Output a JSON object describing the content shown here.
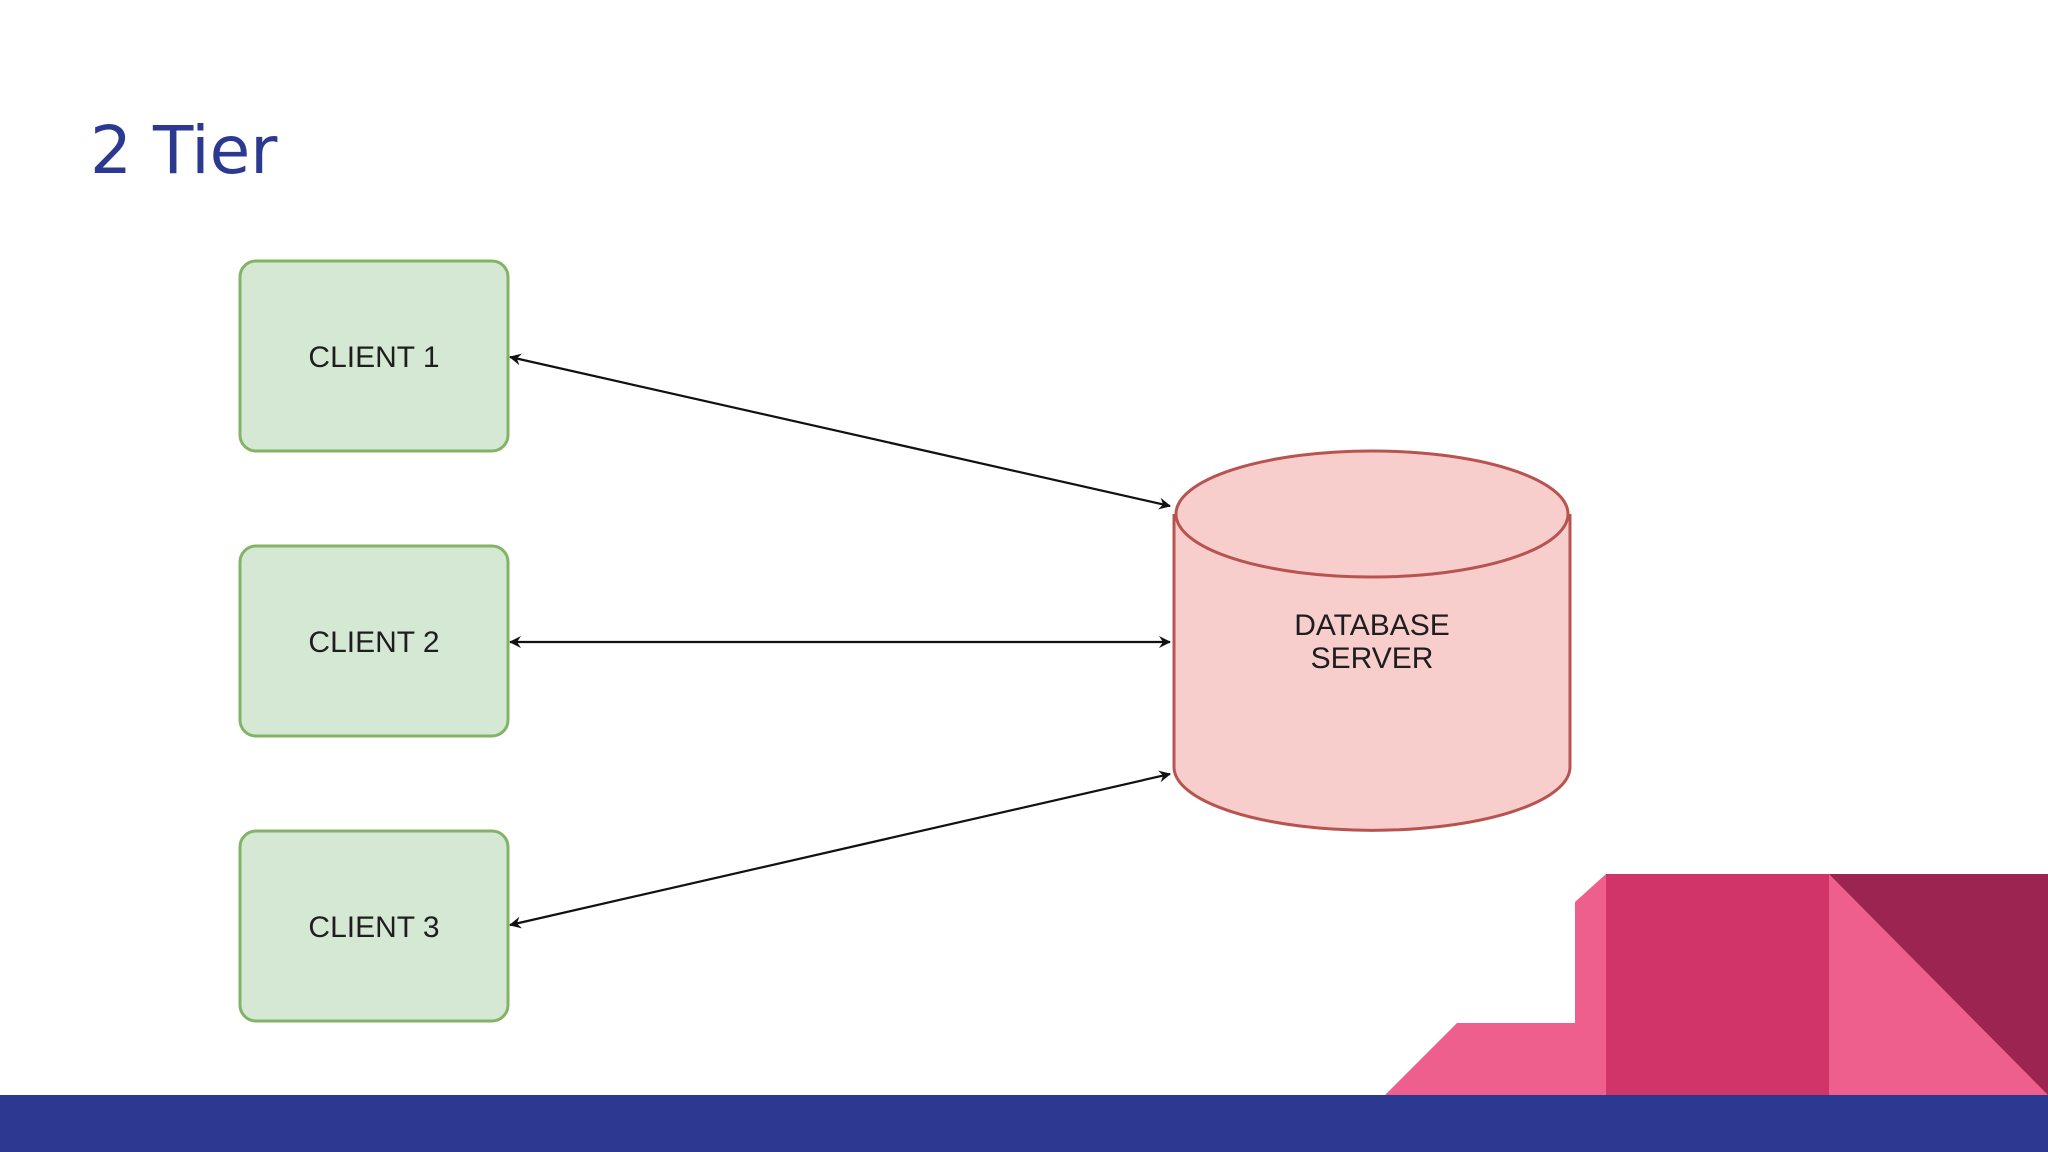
{
  "slide": {
    "title": "2 Tier"
  },
  "diagram": {
    "clients": [
      {
        "label": "CLIENT 1"
      },
      {
        "label": "CLIENT 2"
      },
      {
        "label": "CLIENT 3"
      }
    ],
    "server": {
      "label_line1": "DATABASE",
      "label_line2": "SERVER"
    },
    "connections": [
      {
        "from": "CLIENT 1",
        "to": "DATABASE SERVER",
        "direction": "bidirectional"
      },
      {
        "from": "CLIENT 2",
        "to": "DATABASE SERVER",
        "direction": "bidirectional"
      },
      {
        "from": "CLIENT 3",
        "to": "DATABASE SERVER",
        "direction": "bidirectional"
      }
    ]
  },
  "colors": {
    "title": "#2b3990",
    "client_fill": "#d5e8d4",
    "client_stroke": "#82b366",
    "server_fill": "#f8cecc",
    "server_stroke": "#b85450",
    "footer_bar": "#2b3990",
    "accent_pink": "#ef5f8d",
    "accent_magenta": "#d13468",
    "accent_dark": "#9b2450"
  }
}
